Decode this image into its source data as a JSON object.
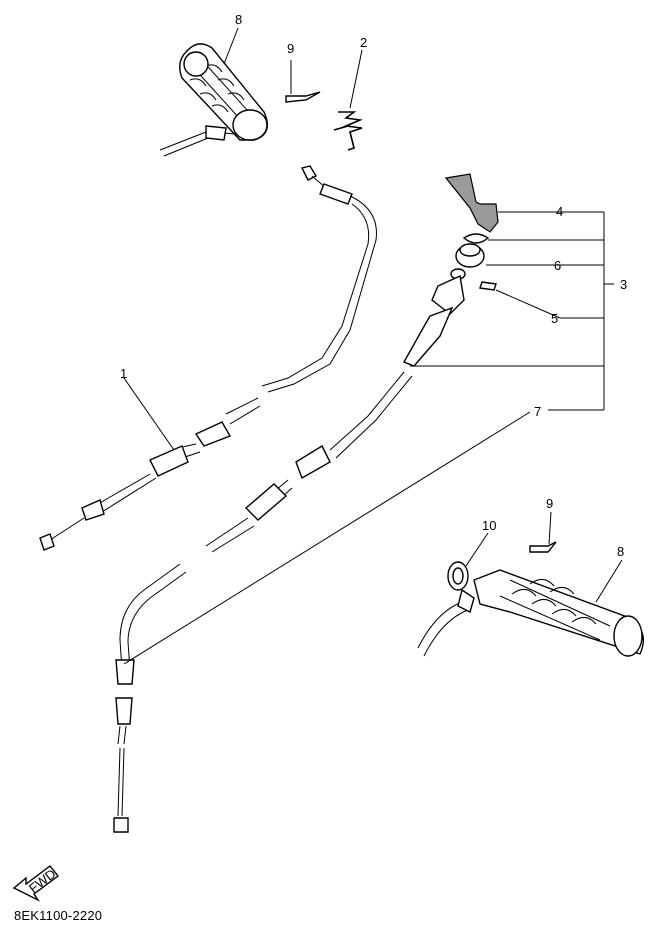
{
  "callouts": {
    "n1": "1",
    "n2": "2",
    "n3": "3",
    "n4": "4",
    "n5": "5",
    "n6": "6",
    "n7": "7",
    "n8_top": "8",
    "n9_top": "9",
    "n8_bottom": "8",
    "n9_bottom": "9",
    "n10": "10"
  },
  "fwd_label": "FWD",
  "diagram_code": "8EK1100-2220"
}
